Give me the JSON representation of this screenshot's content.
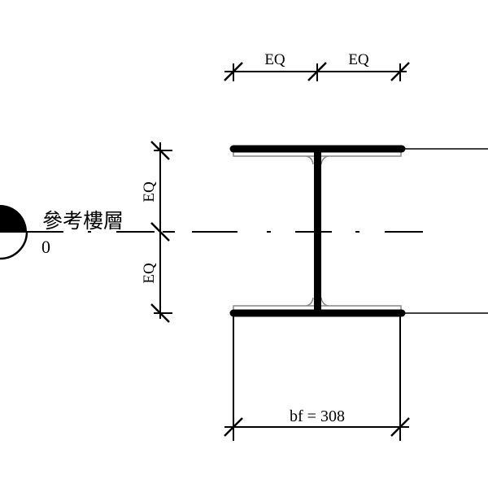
{
  "top_dimension": {
    "left_label": "EQ",
    "right_label": "EQ"
  },
  "vertical_dimension": {
    "upper_label": "EQ",
    "lower_label": "EQ"
  },
  "level_marker": {
    "label": "參考樓層",
    "value": "0"
  },
  "bottom_dimension": {
    "label": "bf = 308"
  },
  "colors": {
    "stroke": "#000000",
    "fillet": "#888888"
  }
}
